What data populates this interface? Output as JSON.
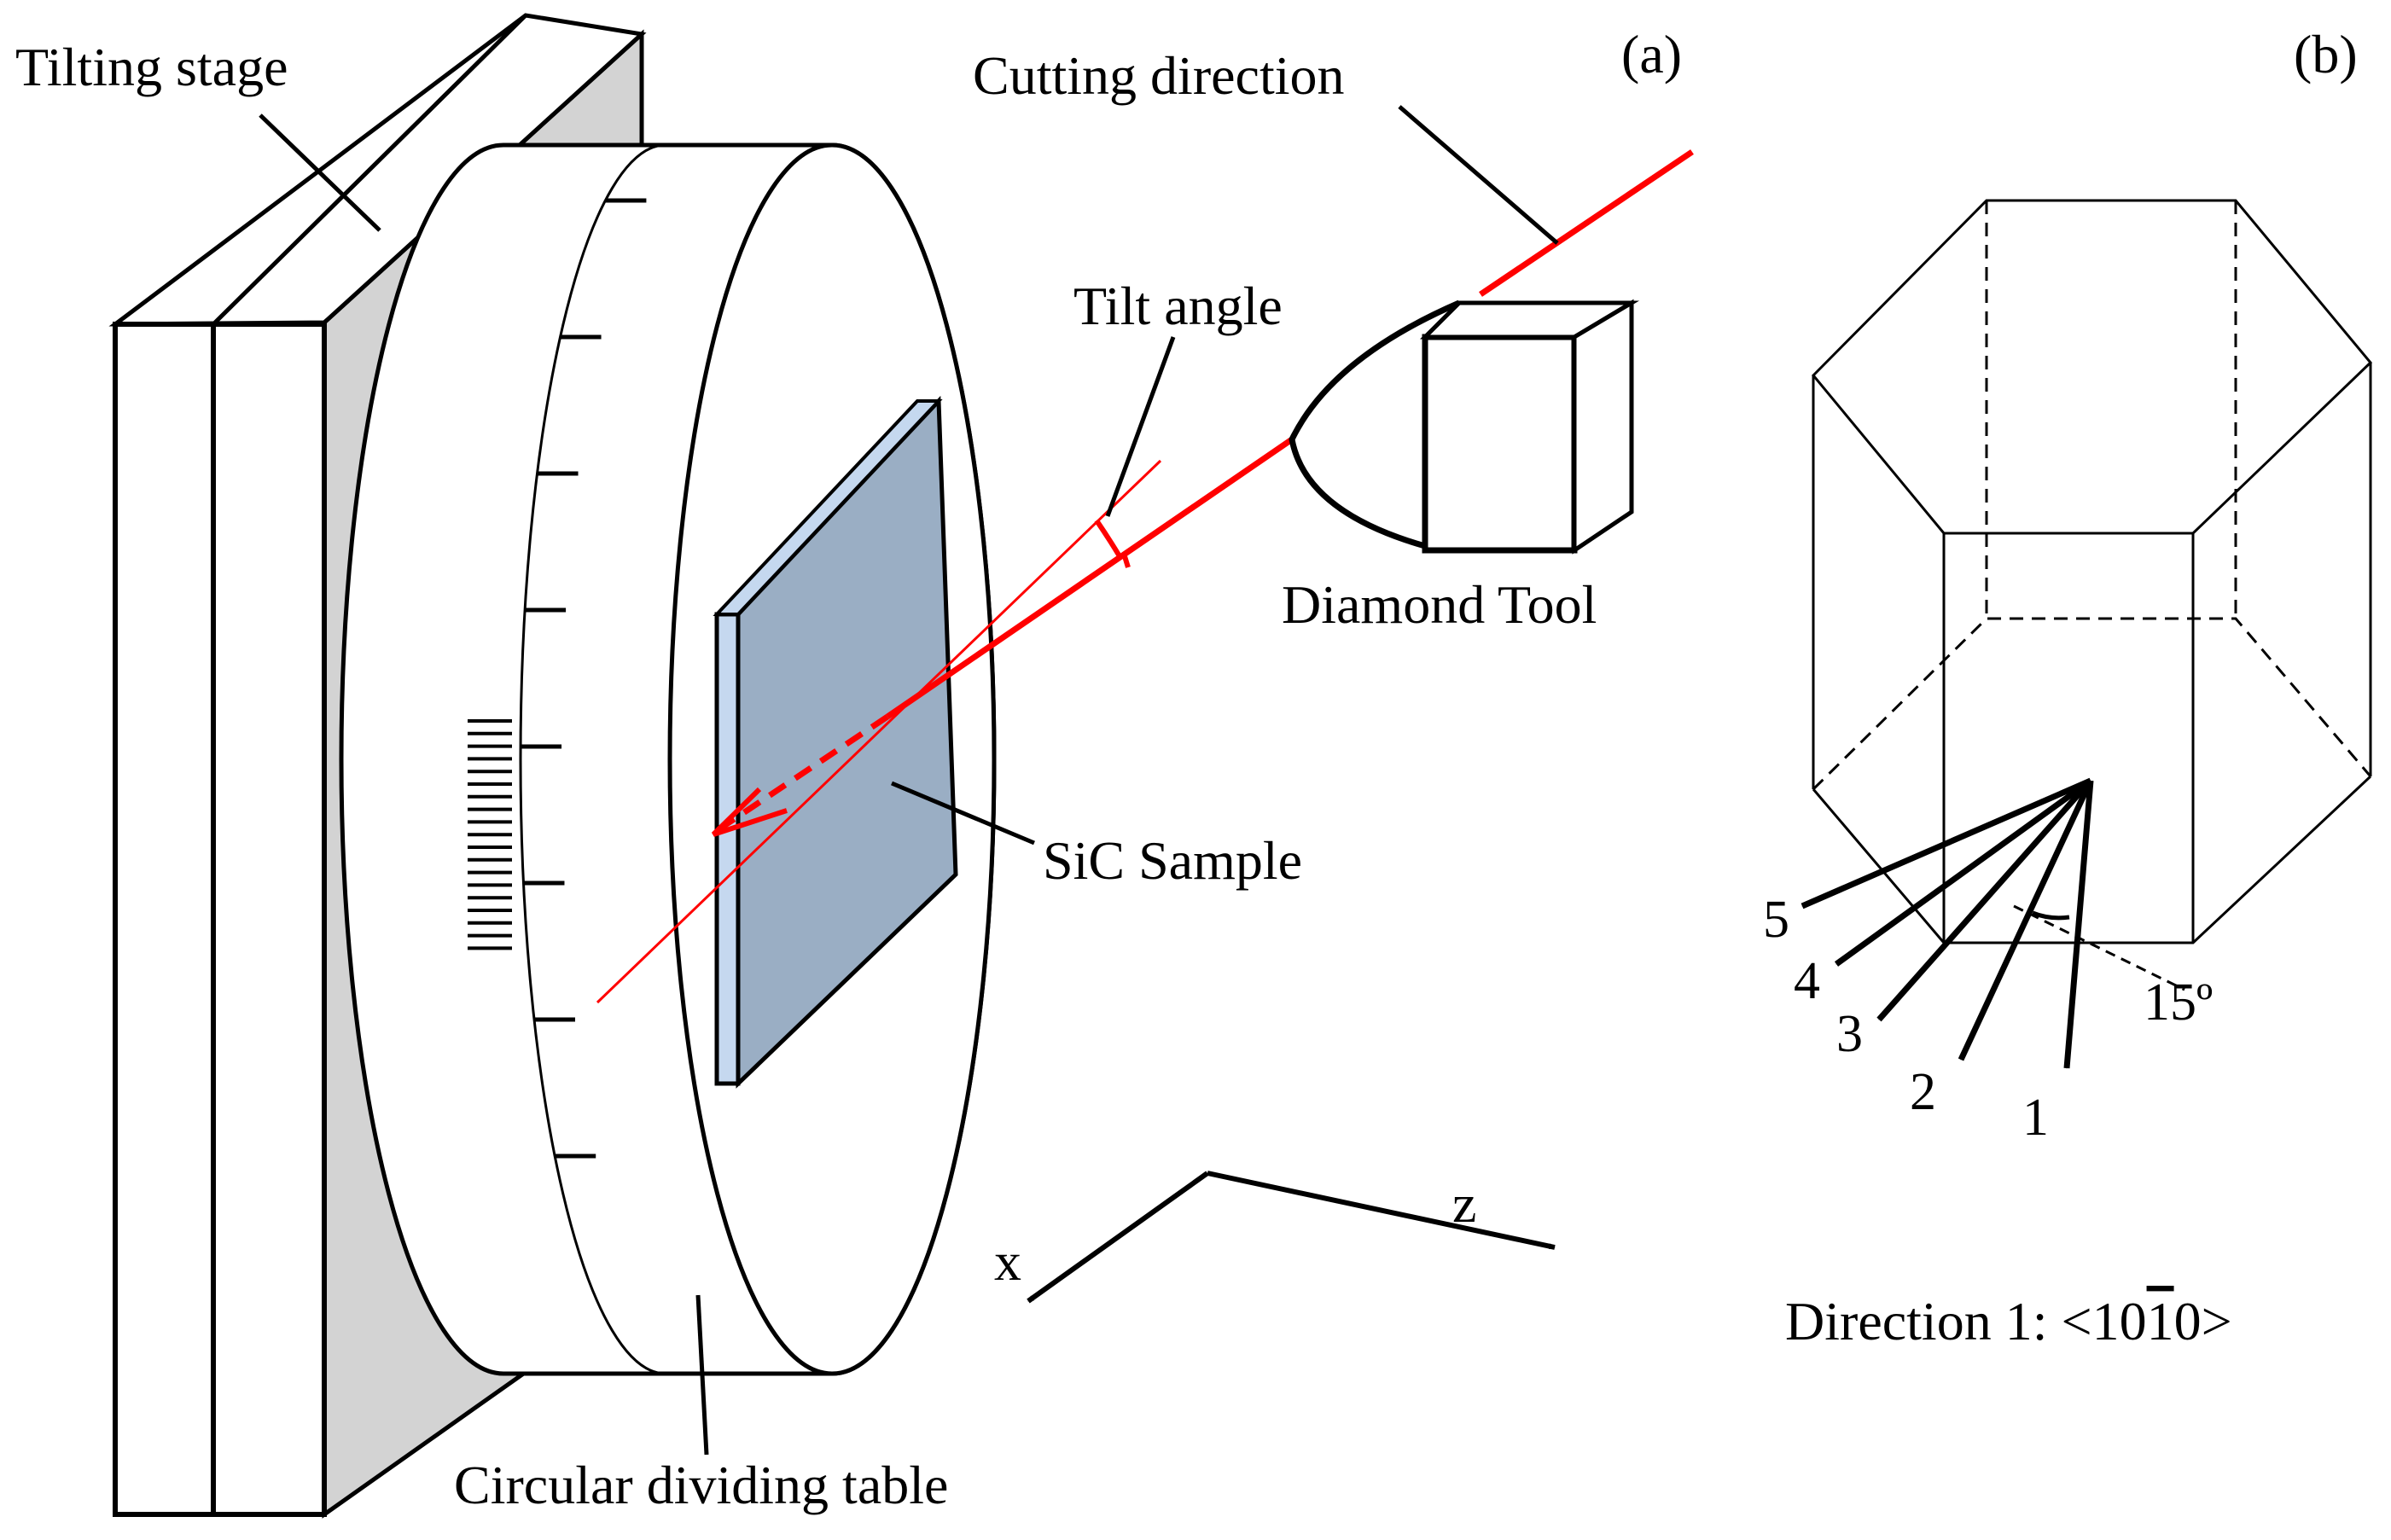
{
  "panel_a": {
    "label": "(a)",
    "tilting_stage": "Tilting stage",
    "cutting_direction": "Cutting direction",
    "tilt_angle": "Tilt angle",
    "diamond_tool": "Diamond Tool",
    "sic_sample": "SiC Sample",
    "dividing_table": "Circular dividing table",
    "axis_x": "x",
    "axis_z": "z"
  },
  "panel_b": {
    "label": "(b)",
    "directions": [
      "1",
      "2",
      "3",
      "4",
      "5"
    ],
    "angle": "15º",
    "caption_prefix": "Direction 1: <10",
    "caption_bar": "1",
    "caption_suffix": "0>"
  },
  "colors": {
    "cutting_line": "#ff0000",
    "sample_face": "#9aaec4",
    "sample_edge": "#c5d8ef",
    "stage_shadow": "#d3d3d3"
  }
}
